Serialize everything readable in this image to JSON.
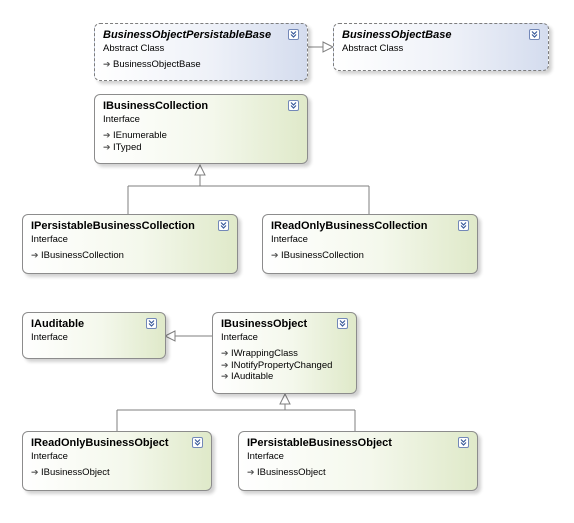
{
  "diagram": {
    "nodes": [
      {
        "id": "business-object-persistable-base",
        "title": "BusinessObjectPersistableBase",
        "kind": "Abstract Class",
        "members": [
          "BusinessObjectBase"
        ]
      },
      {
        "id": "business-object-base",
        "title": "BusinessObjectBase",
        "kind": "Abstract Class",
        "members": []
      },
      {
        "id": "ibusiness-collection",
        "title": "IBusinessCollection",
        "kind": "Interface",
        "members": [
          "IEnumerable",
          "ITyped"
        ]
      },
      {
        "id": "ipersistable-business-collection",
        "title": "IPersistableBusinessCollection",
        "kind": "Interface",
        "members": [
          "IBusinessCollection"
        ]
      },
      {
        "id": "ireadonly-business-collection",
        "title": "IReadOnlyBusinessCollection",
        "kind": "Interface",
        "members": [
          "IBusinessCollection"
        ]
      },
      {
        "id": "iauditable",
        "title": "IAuditable",
        "kind": "Interface",
        "members": []
      },
      {
        "id": "ibusiness-object",
        "title": "IBusinessObject",
        "kind": "Interface",
        "members": [
          "IWrappingClass",
          "INotifyPropertyChanged",
          "IAuditable"
        ]
      },
      {
        "id": "ireadonly-business-object",
        "title": "IReadOnlyBusinessObject",
        "kind": "Interface",
        "members": [
          "IBusinessObject"
        ]
      },
      {
        "id": "ipersistable-business-object",
        "title": "IPersistableBusinessObject",
        "kind": "Interface",
        "members": [
          "IBusinessObject"
        ]
      }
    ],
    "edges": [
      {
        "from": "business-object-persistable-base",
        "to": "business-object-base"
      },
      {
        "from": "ipersistable-business-collection",
        "to": "ibusiness-collection"
      },
      {
        "from": "ireadonly-business-collection",
        "to": "ibusiness-collection"
      },
      {
        "from": "ibusiness-object",
        "to": "iauditable"
      },
      {
        "from": "ireadonly-business-object",
        "to": "ibusiness-object"
      },
      {
        "from": "ipersistable-business-object",
        "to": "ibusiness-object"
      }
    ]
  }
}
